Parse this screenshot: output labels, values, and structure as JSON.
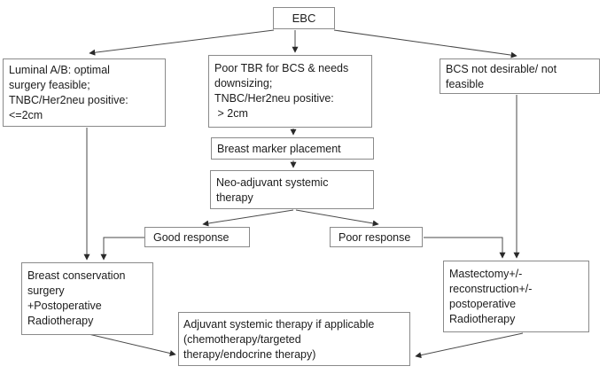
{
  "flowchart": {
    "root": {
      "label": "EBC"
    },
    "branch_conditions": {
      "left": {
        "label": "Luminal A/B: optimal\nsurgery feasible;\nTNBC/Her2neu positive:\n<=2cm"
      },
      "middle": {
        "label": "Poor TBR for BCS & needs\ndownsizing;\nTNBC/Her2neu positive:\n > 2cm"
      },
      "right": {
        "label": "BCS not desirable/ not\nfeasible"
      }
    },
    "middle_path": {
      "marker_placement": {
        "label": "Breast marker placement"
      },
      "neoadjuvant": {
        "label": "Neo-adjuvant systemic\ntherapy"
      },
      "good_response": {
        "label": "Good response"
      },
      "poor_response": {
        "label": "Poor response"
      }
    },
    "outcomes": {
      "bcs_surgery": {
        "label": "Breast conservation\nsurgery\n+Postoperative\nRadiotherapy"
      },
      "mastectomy": {
        "label": "Mastectomy+/-\nreconstruction+/-\npostoperative\nRadiotherapy"
      },
      "adjuvant": {
        "label": "Adjuvant systemic therapy if applicable\n(chemotherapy/targeted\ntherapy/endocrine therapy)"
      }
    },
    "colors": {
      "background": "#ffffff",
      "box_border": "#8a8a8a",
      "text": "#1c1c1c",
      "connector": "#4a4a4a"
    }
  }
}
